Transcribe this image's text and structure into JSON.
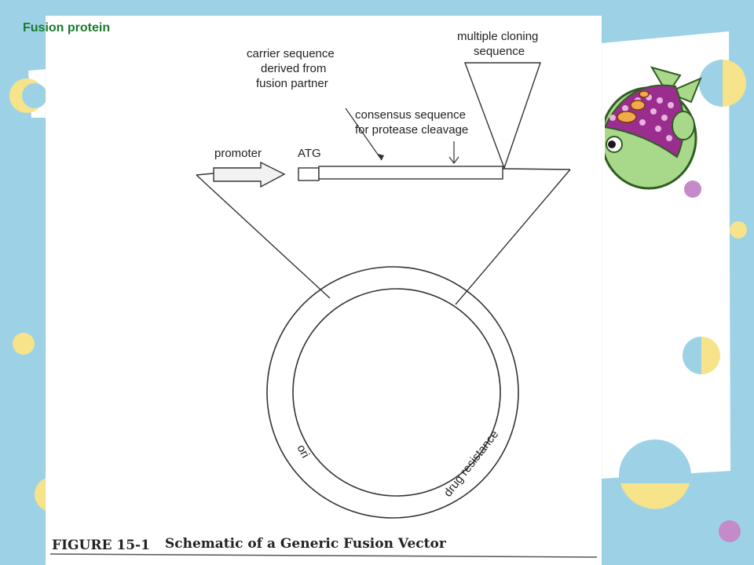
{
  "slide": {
    "title": "Fusion protein"
  },
  "diagram": {
    "labels": {
      "multiple_cloning_1": "multiple cloning",
      "multiple_cloning_2": "sequence",
      "carrier_1": "carrier sequence",
      "carrier_2": "derived from",
      "carrier_3": "fusion partner",
      "consensus_1": "consensus sequence",
      "consensus_2": "for protease cleavage",
      "promoter": "promoter",
      "atg": "ATG",
      "ori": "ori",
      "drug_resistance": "drug resistance"
    },
    "caption": {
      "figure_number": "FIGURE 15-1",
      "text": "Schematic of a Generic Fusion Vector"
    }
  },
  "colors": {
    "background_blue": "#9dd2e6",
    "dot_yellow": "#f7e38a",
    "dot_purple": "#c58ac9",
    "fish_green": "#a8d88a",
    "fish_purple": "#9b2d8e",
    "fish_orange": "#f2a94a",
    "title_green": "#1a7a2a"
  }
}
